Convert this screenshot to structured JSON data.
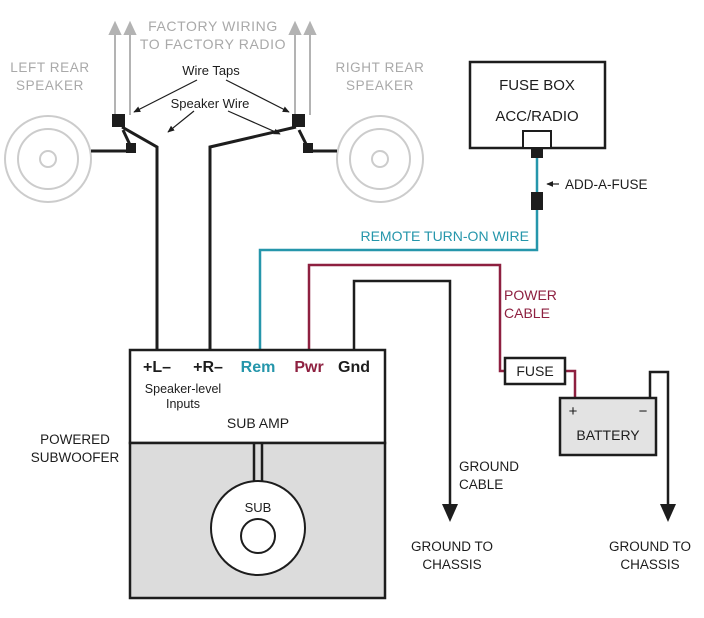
{
  "colors": {
    "ink": "#1d1d1d",
    "label_gray": "#a9a9a9",
    "factory_gray": "#b3b3b3",
    "speaker_gray": "#cccccc",
    "teal": "#2596ab",
    "power_red": "#8e2040"
  },
  "factory": {
    "wiring_line1": "FACTORY WIRING",
    "wiring_line2": "TO FACTORY RADIO",
    "left_speaker_line1": "LEFT REAR",
    "left_speaker_line2": "SPEAKER",
    "right_speaker_line1": "RIGHT REAR",
    "right_speaker_line2": "SPEAKER"
  },
  "annotations": {
    "wire_taps": "Wire Taps",
    "speaker_wire": "Speaker Wire",
    "add_a_fuse": "ADD-A-FUSE",
    "remote_turn_on_wire": "REMOTE TURN-ON WIRE",
    "power_cable_line1": "POWER",
    "power_cable_line2": "CABLE",
    "ground_cable_line1": "GROUND",
    "ground_cable_line2": "CABLE",
    "ground_chassis_line1": "GROUND TO",
    "ground_chassis_line2": "CHASSIS"
  },
  "fuse_box": {
    "title": "FUSE BOX",
    "slot_label": "ACC/RADIO"
  },
  "inline_fuse": {
    "label": "FUSE"
  },
  "battery": {
    "label": "BATTERY",
    "plus": "+",
    "minus": "−"
  },
  "amp": {
    "terminal_left": "+L–",
    "terminal_right": "+R–",
    "terminal_remote": "Rem",
    "terminal_power": "Pwr",
    "terminal_ground": "Gnd",
    "inputs_line1": "Speaker-level",
    "inputs_line2": "Inputs",
    "title": "SUB AMP",
    "enclosure_line1": "POWERED",
    "enclosure_line2": "SUBWOOFER",
    "subwoofer_label": "SUB"
  }
}
